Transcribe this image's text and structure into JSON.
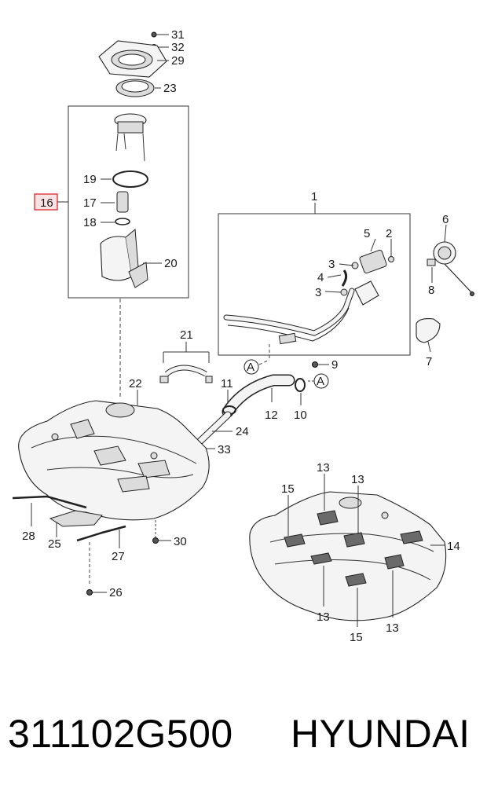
{
  "callouts": {
    "c31": "31",
    "c32": "32",
    "c29": "29",
    "c23": "23",
    "c16": "16",
    "c19": "19",
    "c17": "17",
    "c18": "18",
    "c20": "20",
    "c1": "1",
    "c5": "5",
    "c2": "2",
    "c3a": "3",
    "c4": "4",
    "c3b": "3",
    "c6": "6",
    "c8": "8",
    "c7": "7",
    "c9": "9",
    "cA1": "A",
    "cA2": "A",
    "c21": "21",
    "c22": "22",
    "c11": "11",
    "c12": "12",
    "c10": "10",
    "c24": "24",
    "c33": "33",
    "c28": "28",
    "c25": "25",
    "c27": "27",
    "c30": "30",
    "c26": "26",
    "c13a": "13",
    "c13b": "13",
    "c15a": "15",
    "c14": "14",
    "c13c": "13",
    "c13d": "13",
    "c15b": "15"
  },
  "highlight_color": "#d9262c",
  "highlight_fill": "#fbe3e4",
  "caption": {
    "part_number": "311102G500",
    "brand": "HYUNDAI"
  }
}
